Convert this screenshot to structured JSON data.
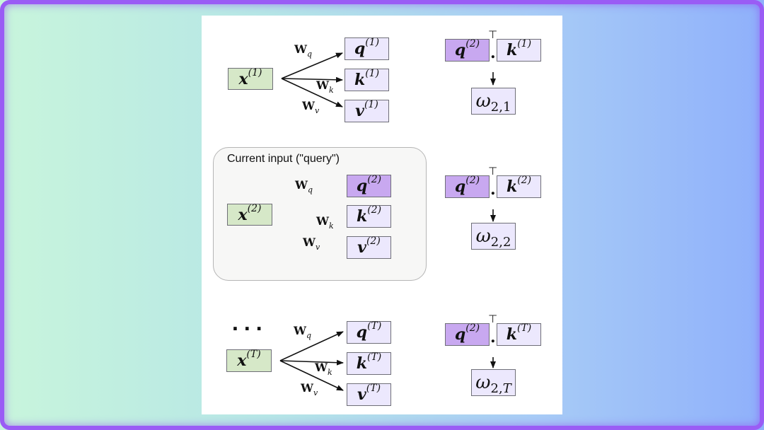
{
  "query_label": "Current input (\"query\")",
  "ellipsis": "...",
  "transpose_symbol": "⊤",
  "dot_symbol": ".",
  "weights": {
    "wq": "W",
    "wq_sub": "q",
    "wk": "W",
    "wk_sub": "k",
    "wv": "W",
    "wv_sub": "v"
  },
  "rows": [
    {
      "x": "x",
      "q": "q",
      "k": "k",
      "v": "v",
      "idx": "(1)",
      "score": {
        "q": "q",
        "q_idx": "(2)",
        "k": "k",
        "k_idx": "(1)"
      },
      "omega": {
        "sym": "ω",
        "sub": "2,1"
      }
    },
    {
      "x": "x",
      "q": "q",
      "k": "k",
      "v": "v",
      "idx": "(2)",
      "score": {
        "q": "q",
        "q_idx": "(2)",
        "k": "k",
        "k_idx": "(2)"
      },
      "omega": {
        "sym": "ω",
        "sub": "2,2"
      }
    },
    {
      "x": "x",
      "q": "q",
      "k": "k",
      "v": "v",
      "idx": "(T)",
      "score": {
        "q": "q",
        "q_idx": "(2)",
        "k": "k",
        "k_idx": "(T)"
      },
      "omega": {
        "sym": "ω",
        "sub_num": "2,",
        "sub_it": "T"
      }
    }
  ]
}
